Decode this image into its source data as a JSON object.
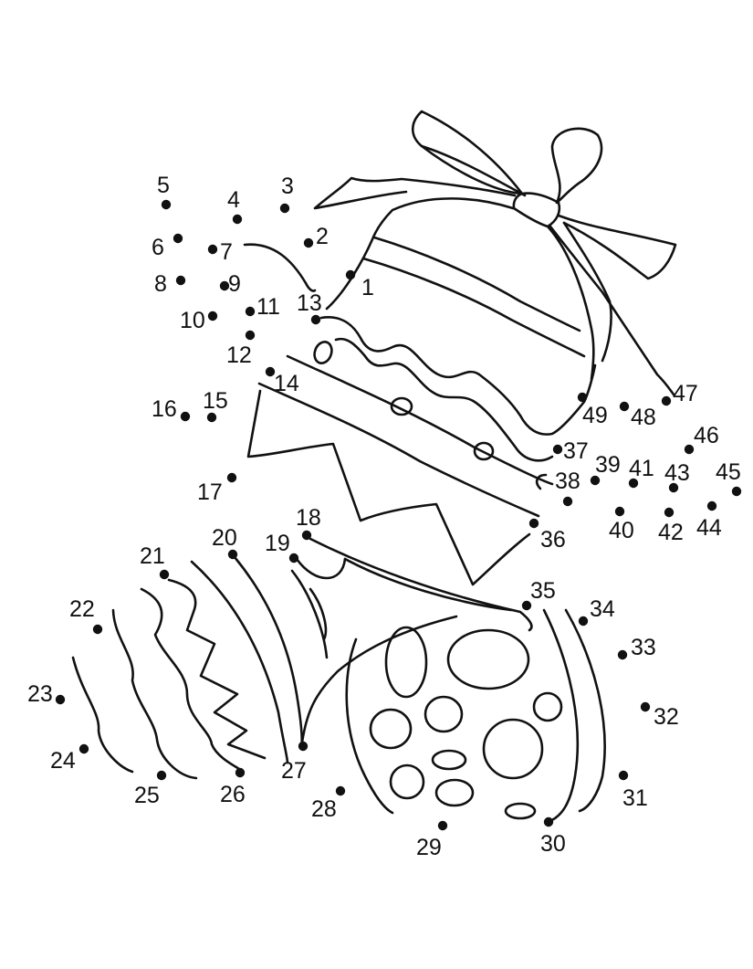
{
  "theme": {
    "ink": "#111111",
    "paper": "#ffffff"
  },
  "dots": [
    {
      "n": "1"
    },
    {
      "n": "2"
    },
    {
      "n": "3"
    },
    {
      "n": "4"
    },
    {
      "n": "5"
    },
    {
      "n": "6"
    },
    {
      "n": "7"
    },
    {
      "n": "8"
    },
    {
      "n": "9"
    },
    {
      "n": "10"
    },
    {
      "n": "11"
    },
    {
      "n": "12"
    },
    {
      "n": "13"
    },
    {
      "n": "14"
    },
    {
      "n": "15"
    },
    {
      "n": "16"
    },
    {
      "n": "17"
    },
    {
      "n": "18"
    },
    {
      "n": "19"
    },
    {
      "n": "20"
    },
    {
      "n": "21"
    },
    {
      "n": "22"
    },
    {
      "n": "23"
    },
    {
      "n": "24"
    },
    {
      "n": "25"
    },
    {
      "n": "26"
    },
    {
      "n": "27"
    },
    {
      "n": "28"
    },
    {
      "n": "29"
    },
    {
      "n": "30"
    },
    {
      "n": "31"
    },
    {
      "n": "32"
    },
    {
      "n": "33"
    },
    {
      "n": "34"
    },
    {
      "n": "35"
    },
    {
      "n": "36"
    },
    {
      "n": "37"
    },
    {
      "n": "38"
    },
    {
      "n": "39"
    },
    {
      "n": "40"
    },
    {
      "n": "41"
    },
    {
      "n": "42"
    },
    {
      "n": "43"
    },
    {
      "n": "44"
    },
    {
      "n": "45"
    },
    {
      "n": "46"
    },
    {
      "n": "47"
    },
    {
      "n": "48"
    },
    {
      "n": "49"
    }
  ]
}
